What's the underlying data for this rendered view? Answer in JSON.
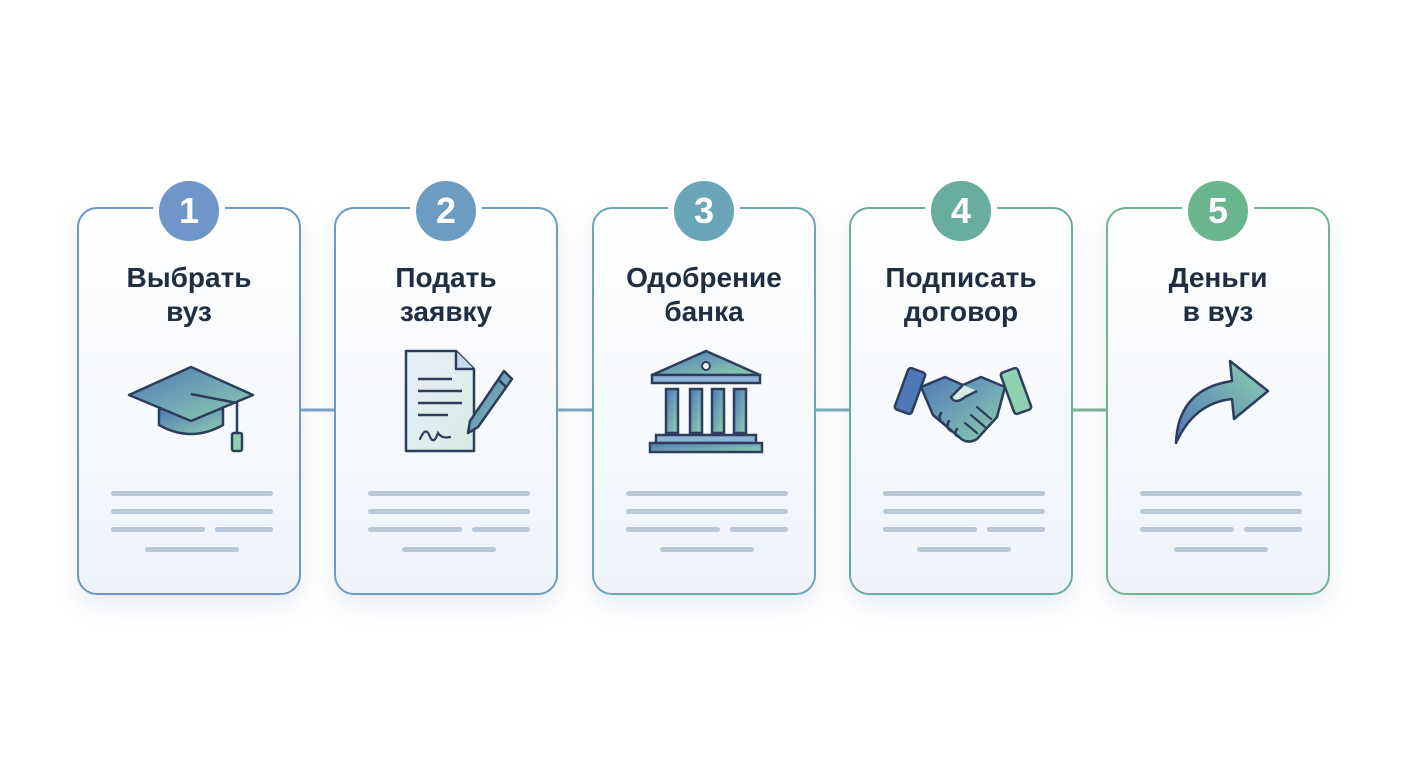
{
  "steps": [
    {
      "number": "1",
      "title_line1": "Выбрать",
      "title_line2": "вуз",
      "icon": "graduation-cap-icon",
      "color": "#6f96c9"
    },
    {
      "number": "2",
      "title_line1": "Подать",
      "title_line2": "заявку",
      "icon": "document-pen-icon",
      "color": "#6d9cc3"
    },
    {
      "number": "3",
      "title_line1": "Одобрение",
      "title_line2": "банка",
      "icon": "bank-icon",
      "color": "#6aa6b8"
    },
    {
      "number": "4",
      "title_line1": "Подписать",
      "title_line2": "договор",
      "icon": "handshake-icon",
      "color": "#69ad9e"
    },
    {
      "number": "5",
      "title_line1": "Деньги",
      "title_line2": "в вуз",
      "icon": "forward-arrow-icon",
      "color": "#6bb58c"
    }
  ],
  "colors": {
    "border_start": "#6f96bd",
    "border_end": "#73b28e",
    "text": "#1f2e42",
    "icon_stroke": "#2c3e5c",
    "placeholder_line": "#b9c7d8"
  }
}
